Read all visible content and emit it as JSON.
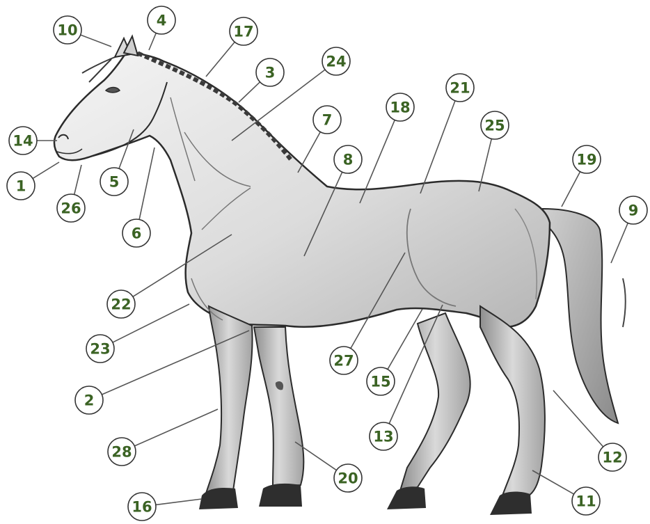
{
  "diagram": {
    "colors": {
      "label_text": "#3b6324",
      "circle_stroke": "#333333",
      "circle_fill": "#ffffff",
      "leader": "#555555",
      "body_light": "#ebebeb",
      "body_dark": "#9e9e9e",
      "outline": "#2b2b2b",
      "hoof": "#2e2e2e"
    },
    "callouts": [
      {
        "id": "c1",
        "text": "1"
      },
      {
        "id": "c2",
        "text": "2"
      },
      {
        "id": "c3",
        "text": "3"
      },
      {
        "id": "c4",
        "text": "4"
      },
      {
        "id": "c5",
        "text": "5"
      },
      {
        "id": "c6",
        "text": "6"
      },
      {
        "id": "c7",
        "text": "7"
      },
      {
        "id": "c8",
        "text": "8"
      },
      {
        "id": "c9",
        "text": "9"
      },
      {
        "id": "c10",
        "text": "10"
      },
      {
        "id": "c11",
        "text": "11"
      },
      {
        "id": "c12",
        "text": "12"
      },
      {
        "id": "c13",
        "text": "13"
      },
      {
        "id": "c14",
        "text": "14"
      },
      {
        "id": "c15",
        "text": "15"
      },
      {
        "id": "c16",
        "text": "16"
      },
      {
        "id": "c17",
        "text": "17"
      },
      {
        "id": "c18",
        "text": "18"
      },
      {
        "id": "c19",
        "text": "19"
      },
      {
        "id": "c20",
        "text": "20"
      },
      {
        "id": "c21",
        "text": "21"
      },
      {
        "id": "c22",
        "text": "22"
      },
      {
        "id": "c23",
        "text": "23"
      },
      {
        "id": "c24",
        "text": "24"
      },
      {
        "id": "c25",
        "text": "25"
      },
      {
        "id": "c26",
        "text": "26"
      },
      {
        "id": "c27",
        "text": "27"
      },
      {
        "id": "c28",
        "text": "28"
      }
    ]
  }
}
